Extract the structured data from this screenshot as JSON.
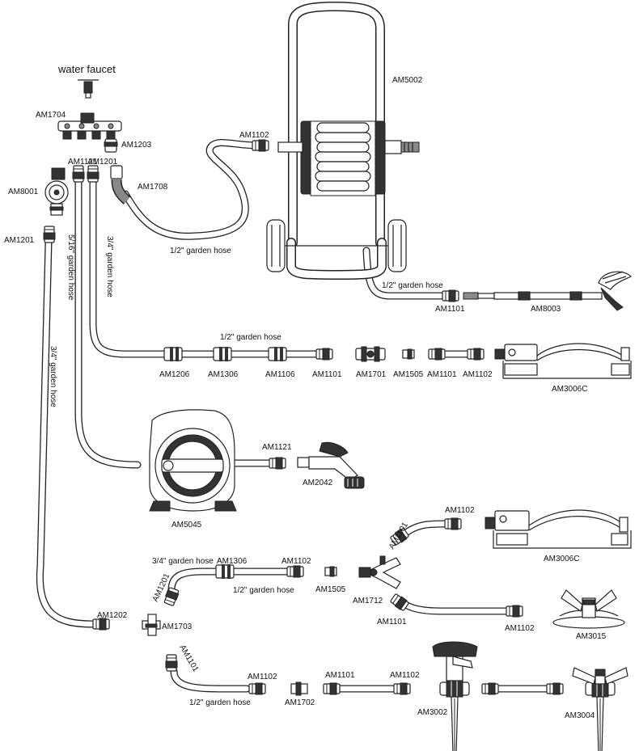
{
  "faucet": {
    "label": "water faucet"
  },
  "hoses": {
    "half_reel": "1/2\" garden hose",
    "half_reel_out": "1/2\" garden hose",
    "half_left": "1/2\" garden hose",
    "half_mid_a": "1/2\" garden hose",
    "half_bottom": "1/2\" garden hose",
    "five_sixteenths": "5/16\" garden hose",
    "three_quarter_vertical": "3/4\" garden hose",
    "three_quarter_long": "3/4\" garden hose",
    "three_quarter_mid": "3/4\" garden hose"
  },
  "parts": {
    "am5002": "AM5002",
    "am1704": "AM1704",
    "am1203": "AM1203",
    "am1102_reel": "AM1102",
    "am1121_top": "AM1121",
    "am1201_top": "AM1201",
    "am8001": "AM8001",
    "am1708": "AM1708",
    "am1201_left": "AM1201",
    "am1101_reel": "AM1101",
    "am8003": "AM8003",
    "am1206": "AM1206",
    "am1306_row": "AM1306",
    "am1106": "AM1106",
    "am1101_row_a": "AM1101",
    "am1701": "AM1701",
    "am1505_row": "AM1505",
    "am1101_row_b": "AM1101",
    "am1102_row": "AM1102",
    "am3006c_top": "AM3006C",
    "am1121_mid": "AM1121",
    "am2042": "AM2042",
    "am5045": "AM5045",
    "am1101_branch": "AM1101",
    "am1102_branch": "AM1102",
    "am3006c_mid": "AM3006C",
    "am1306_mid": "AM1306",
    "am1102_mid": "AM1102",
    "am1201_mid": "AM1201",
    "am1505_mid": "AM1505",
    "am1712": "AM1712",
    "am1202": "AM1202",
    "am1703": "AM1703",
    "am1101_lower": "AM1101",
    "am1102_lower": "AM1102",
    "am3015": "AM3015",
    "am1101_bottom_a": "AM1101",
    "am1102_bottom_a": "AM1102",
    "am1101_bottom_b": "AM1101",
    "am1102_bottom_b": "AM1102",
    "am1702": "AM1702",
    "am3002": "AM3002",
    "am3004": "AM3004"
  },
  "colors": {
    "line": "#222222",
    "background": "#ffffff",
    "shade": "#8a8a8a"
  }
}
